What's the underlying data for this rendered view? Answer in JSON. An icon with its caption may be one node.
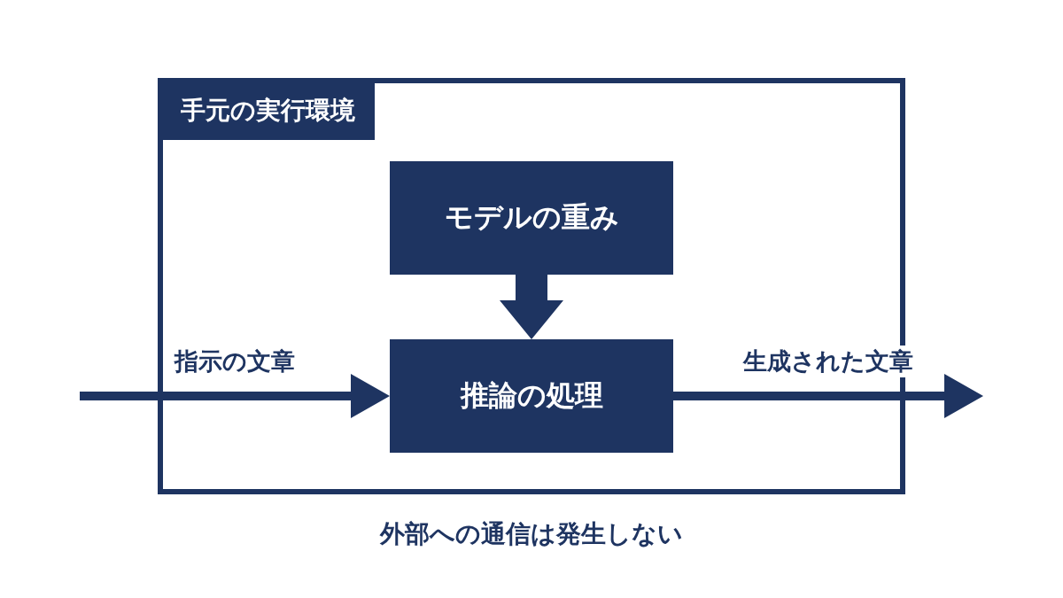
{
  "diagram": {
    "nodes": [
      {
        "text": [
          "手元の実行環境"
        ]
      },
      {
        "text": [
          "モデルの重み"
        ],
        "in": 0
      },
      {
        "text": [
          "推論の処理"
        ],
        "in": 0
      }
    ],
    "edges": [
      {
        "from": 1,
        "to": 2,
        "arrow": "to",
        "style": "thick"
      },
      {
        "from": null,
        "to": 2,
        "arrow": "to",
        "label": "指示の文章"
      },
      {
        "from": 2,
        "to": null,
        "arrow": "to",
        "label": "生成された文章"
      }
    ],
    "labels": [
      "外部への通信は発生しない"
    ]
  }
}
